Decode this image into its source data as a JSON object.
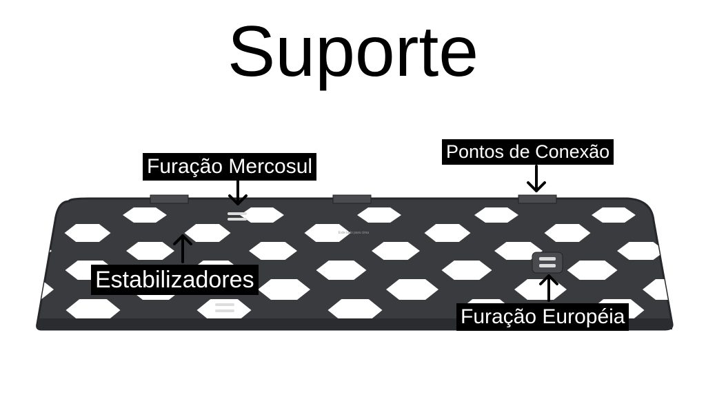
{
  "title": "Suporte",
  "product_emboss": "Este lado para cima",
  "labels": {
    "mercosul": "Furação Mercosul",
    "conexao": "Pontos de Conexão",
    "estabilizadores": "Estabilizadores",
    "europeia": "Furação Européia"
  },
  "colors": {
    "tray": "#3a3b3e",
    "tray_edge": "#26272a",
    "label_bg": "#000000",
    "label_text": "#ffffff"
  }
}
